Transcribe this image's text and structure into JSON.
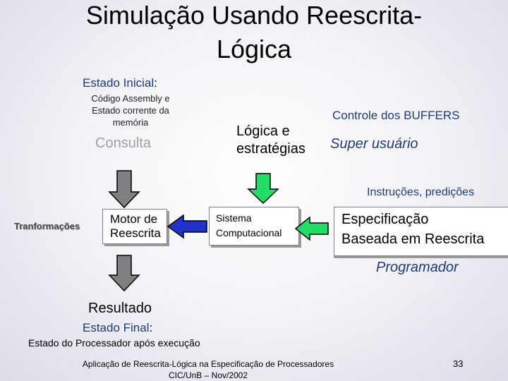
{
  "slide": {
    "title_line1": "Simulação Usando Reescrita-",
    "title_line2": "Lógica",
    "estado_inicial": "Estado Inicial",
    "estado_inicial_colon": ":",
    "codigo_line1": "Código Assembly e",
    "codigo_line2": "Estado corrente da",
    "codigo_line3": "memória",
    "consulta": "Consulta",
    "logica_line1": "Lógica e",
    "logica_line2": "estratégias",
    "controle": "Controle dos BUFFERS",
    "super_usuario": "Super usuário",
    "instrucoes": "Instruções, predições",
    "transformacoes": "Tranformações",
    "motor_line1": "Motor de",
    "motor_line2": "Reescrita",
    "sistema_line1": "Sistema",
    "sistema_line2": "Computacional",
    "especificacao_line1": "Especificação",
    "especificacao_line2": "Baseada em Reescrita",
    "programador": "Programador",
    "resultado": "Resultado",
    "estado_final": "Estado Final",
    "estado_final_colon": ":",
    "estado_processador": "Estado do Processador após execução",
    "footer_line1": "Aplicação de Reescrita-Lógica na Especificação de Processadores",
    "footer_line2": "CIC/UnB – Nov/2002",
    "page_number": "33"
  },
  "colors": {
    "dark_blue": "#1f3b7a",
    "gray_arrow": "#808080",
    "green_arrow": "#22dd66",
    "blue_arrow": "#2233cc"
  }
}
